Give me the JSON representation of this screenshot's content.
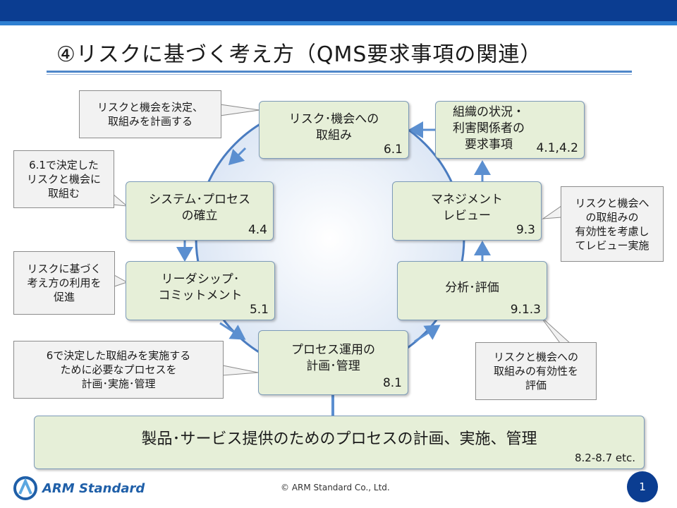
{
  "title": "④リスクに基づく考え方（QMS要求事項の関連）",
  "boxes": {
    "risk": {
      "lines": [
        "リスク･機会への",
        "取組み"
      ],
      "num": "6.1"
    },
    "context": {
      "lines": [
        "組織の状況・",
        "利害関係者の",
        "要求事項"
      ],
      "num": "4.1,4.2"
    },
    "system": {
      "lines": [
        "システム･プロセス",
        "の確立"
      ],
      "num": "4.4"
    },
    "review": {
      "lines": [
        "マネジメント",
        "レビュー"
      ],
      "num": "9.3"
    },
    "leadership": {
      "lines": [
        "リーダシップ･",
        "コミットメント"
      ],
      "num": "5.1"
    },
    "analysis": {
      "lines": [
        "分析･評価"
      ],
      "num": "9.1.3"
    },
    "operation": {
      "lines": [
        "プロセス運用の",
        "計画･管理"
      ],
      "num": "8.1"
    }
  },
  "callouts": {
    "c1": [
      "リスクと機会を決定、",
      "取組みを計画する"
    ],
    "c2": [
      "6.1で決定した",
      "リスクと機会に",
      "取組む"
    ],
    "c3": [
      "リスクに基づく",
      "考え方の利用を",
      "促進"
    ],
    "c4": [
      "6で決定した取組みを実施する",
      "ために必要なプロセスを",
      "計画･実施･管理"
    ],
    "c5": [
      "リスクと機会へ",
      "の取組みの",
      "有効性を考慮し",
      "てレビュー実施"
    ],
    "c6": [
      "リスクと機会への",
      "取組みの有効性を",
      "評価"
    ]
  },
  "bottom": {
    "label": "製品･サービス提供のためのプロセスの計画、実施、管理",
    "num": "8.2-8.7 etc."
  },
  "footer": {
    "logo": "ARM Standard",
    "copyright": "© ARM Standard Co., Ltd.",
    "page": "1"
  },
  "colors": {
    "accent": "#0b3d91",
    "box": "#e6efd8",
    "arrow": "#5b8fd0"
  }
}
